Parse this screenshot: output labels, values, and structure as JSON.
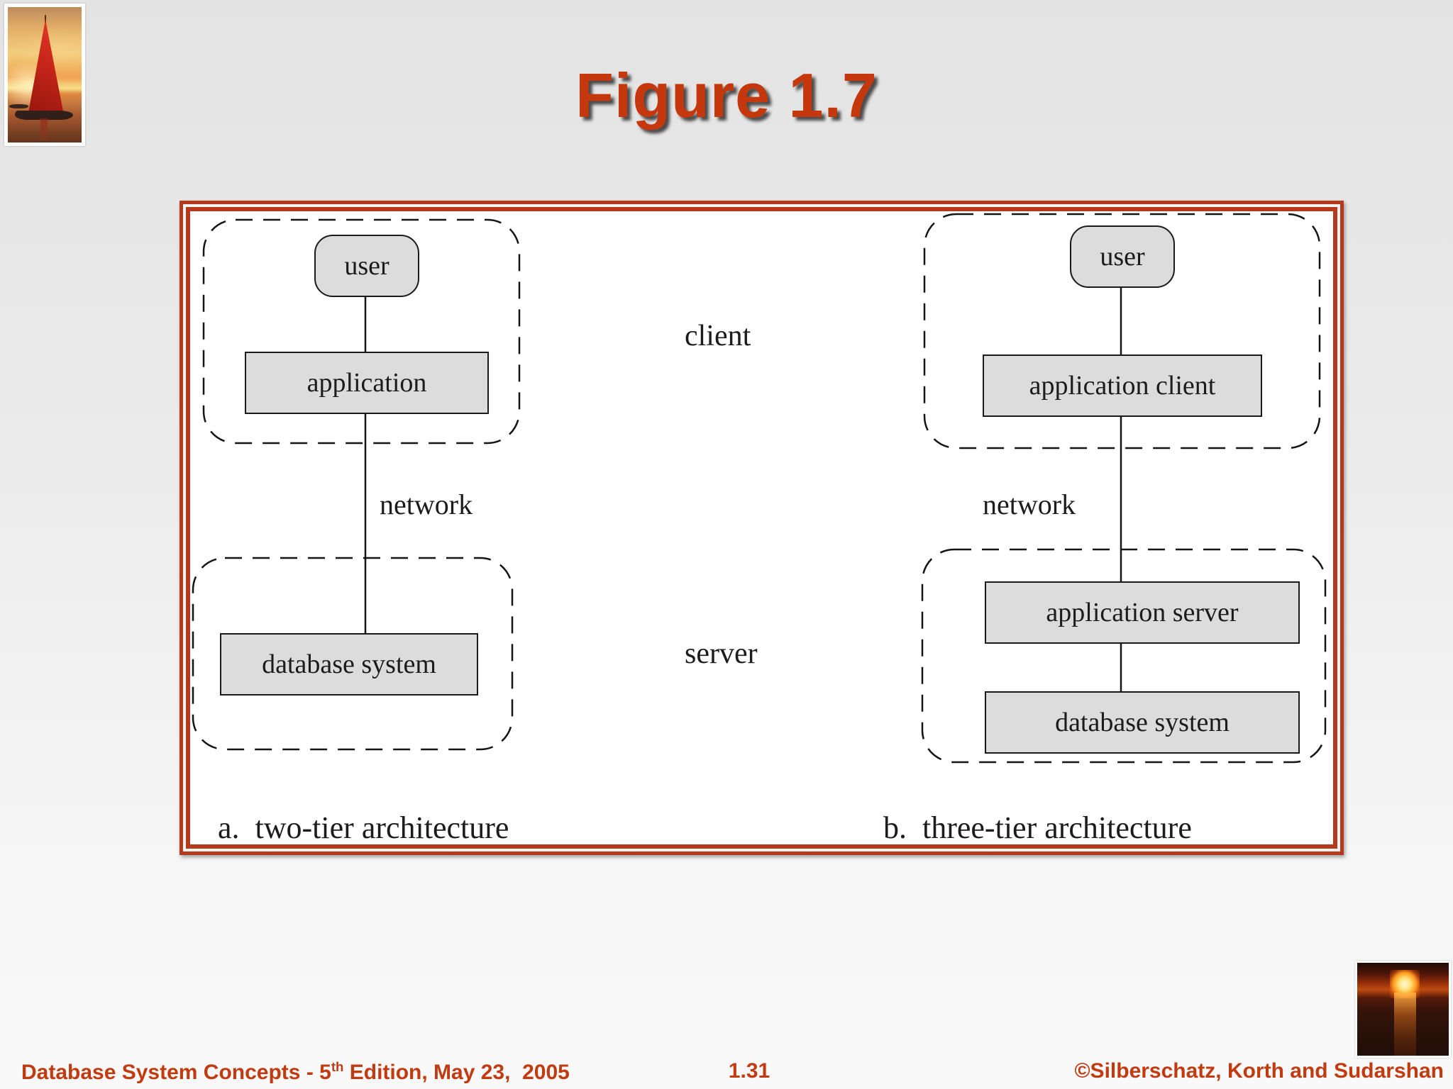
{
  "title": "Figure 1.7",
  "diagram": {
    "side_labels": {
      "client": "client",
      "server": "server"
    },
    "two_tier": {
      "user": "user",
      "application": "application",
      "network": "network",
      "database_system": "database system",
      "caption": "a.  two-tier architecture"
    },
    "three_tier": {
      "user": "user",
      "application_client": "application client",
      "network": "network",
      "application_server": "application server",
      "database_system": "database system",
      "caption": "b.  three-tier architecture"
    }
  },
  "footer": {
    "book": "Database System Concepts - 5",
    "edition_sup": "th",
    "book_rest": " Edition, May 23,  2005",
    "page_number": "1.31",
    "copyright": "©Silberschatz, Korth and Sudarshan"
  },
  "colors": {
    "accent": "#c5380e",
    "frame_border": "#b5391c",
    "box_fill": "#dcdcdc",
    "dash_stroke": "#151515"
  },
  "icons": {
    "top_left": "sailboat-sunset-photo",
    "bottom_right": "ocean-sunset-photo"
  }
}
